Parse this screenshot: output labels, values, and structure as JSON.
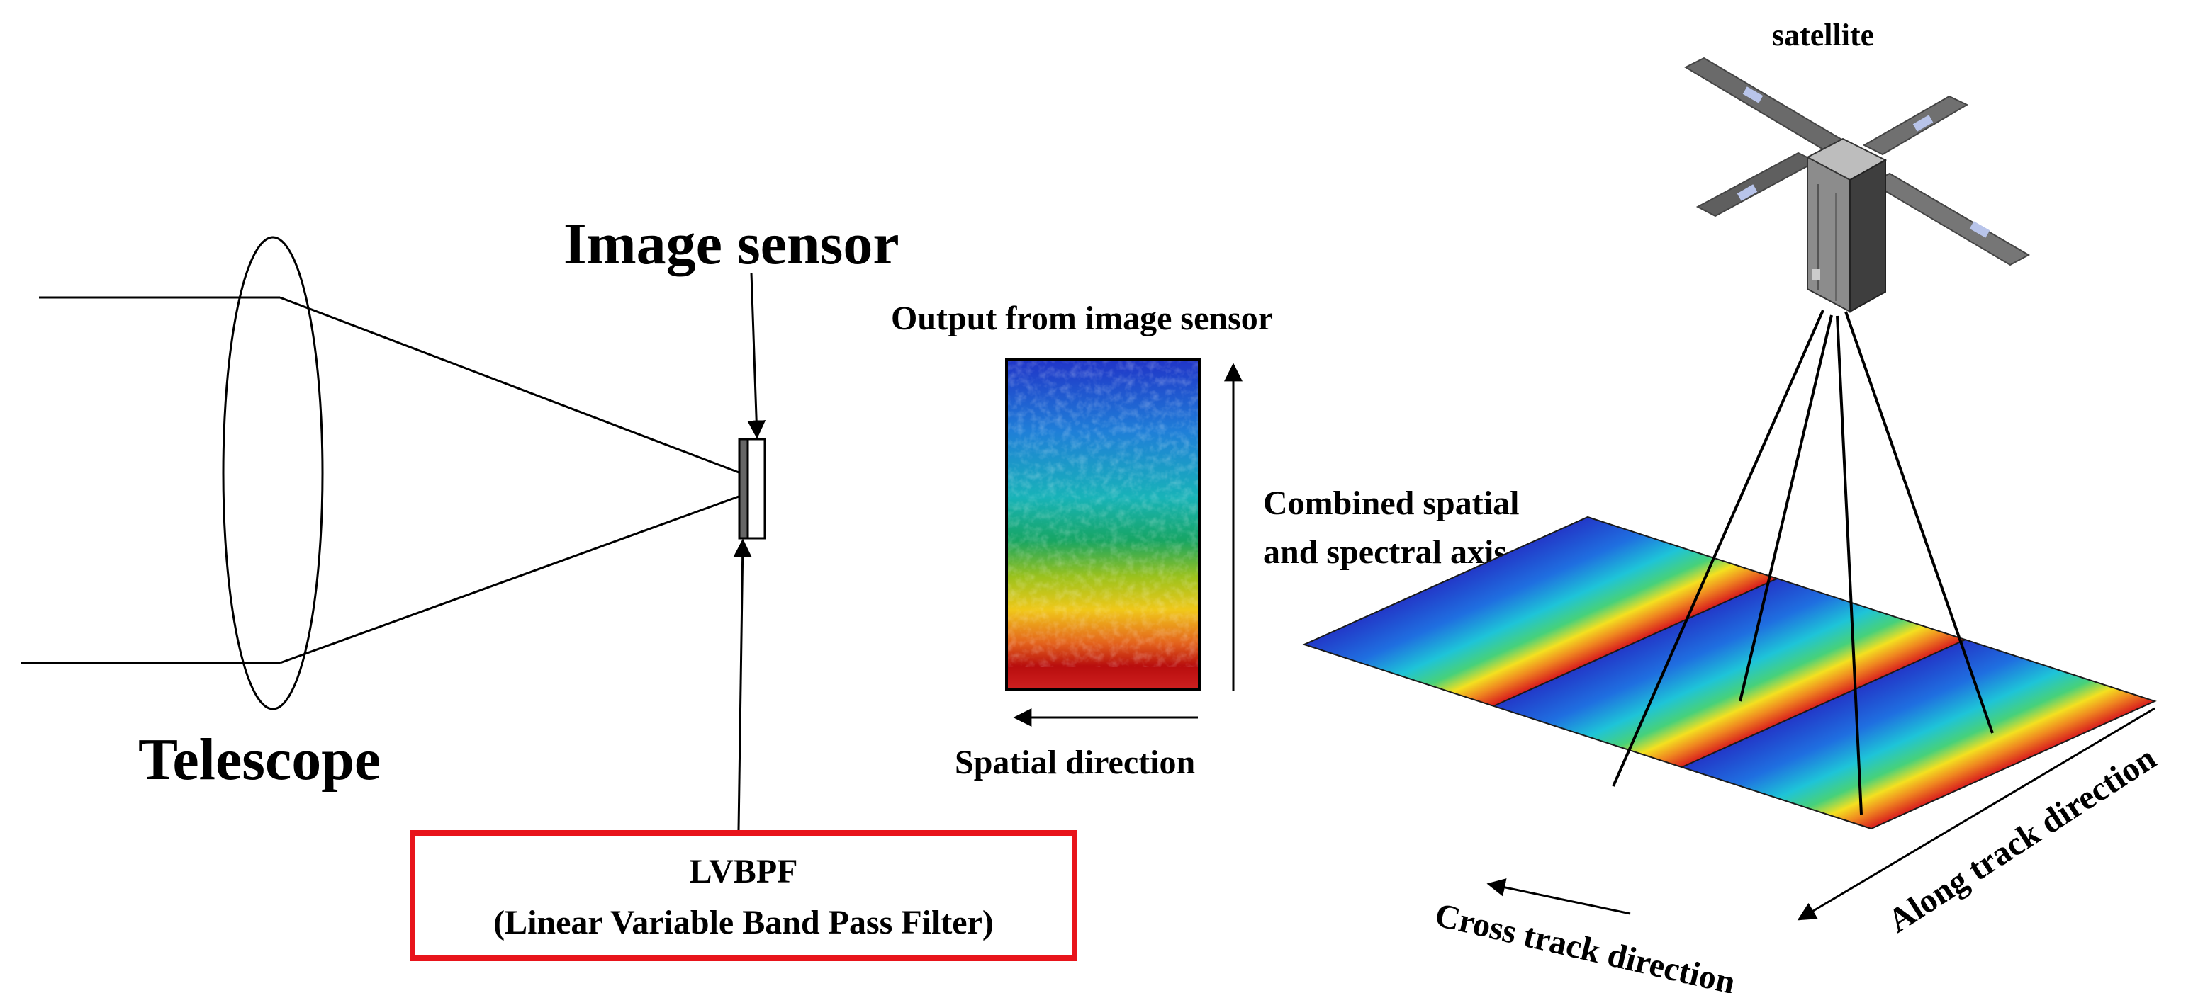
{
  "labels": {
    "image_sensor": "Image sensor",
    "telescope": "Telescope",
    "output_title": "Output from image sensor",
    "combined_axis_line1": "Combined spatial",
    "combined_axis_line2": "and spectral axis",
    "spatial_direction": "Spatial direction",
    "lvbpf_line1": "LVBPF",
    "lvbpf_line2": "(Linear Variable Band Pass Filter)",
    "satellite": "satellite",
    "along_track": "Along track direction",
    "cross_track": "Cross track direction"
  },
  "colors": {
    "lvbpf_box": "#e8141b",
    "spectrum_blue": "#1f3fcf",
    "spectrum_cyan": "#1cb3c9",
    "spectrum_green": "#1aa66a",
    "spectrum_yellow": "#f2d020",
    "spectrum_red": "#c81414"
  },
  "icons": {
    "satellite": "satellite-icon"
  }
}
